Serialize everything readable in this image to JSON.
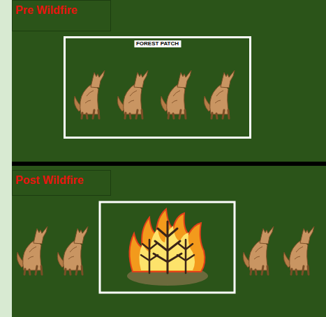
{
  "diagram": {
    "nodes": [
      {
        "text": [
          "Pre Wildfire"
        ]
      },
      {
        "text": [
          "FOREST PATCH"
        ]
      },
      {
        "text": [
          "Post Wildfire"
        ]
      }
    ]
  }
}
